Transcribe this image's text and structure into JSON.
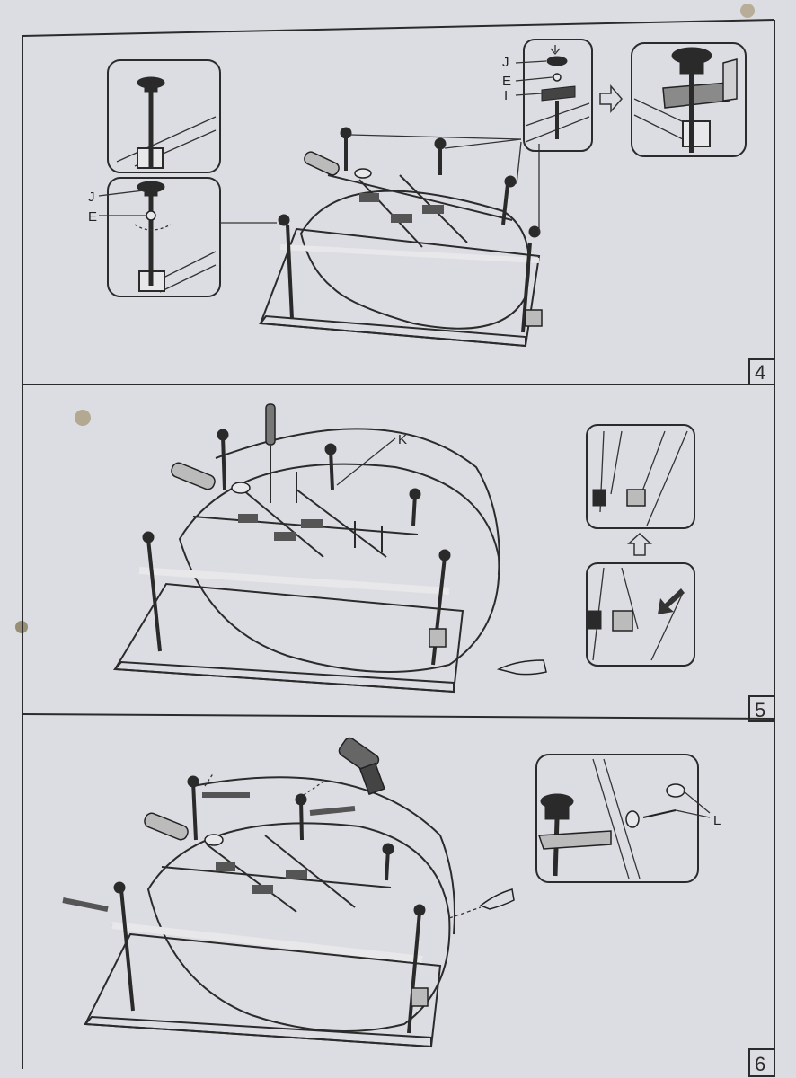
{
  "colors": {
    "paper": "#dcdde2",
    "ink": "#2a2a2a",
    "stain": "#8a7340"
  },
  "steps": [
    {
      "number": "4",
      "labels": {
        "j_top": "J",
        "e_top": "E",
        "i_top": "I",
        "j_left": "J",
        "e_left": "E"
      }
    },
    {
      "number": "5",
      "labels": {
        "k": "K"
      }
    },
    {
      "number": "6",
      "labels": {
        "l": "L"
      }
    }
  ]
}
